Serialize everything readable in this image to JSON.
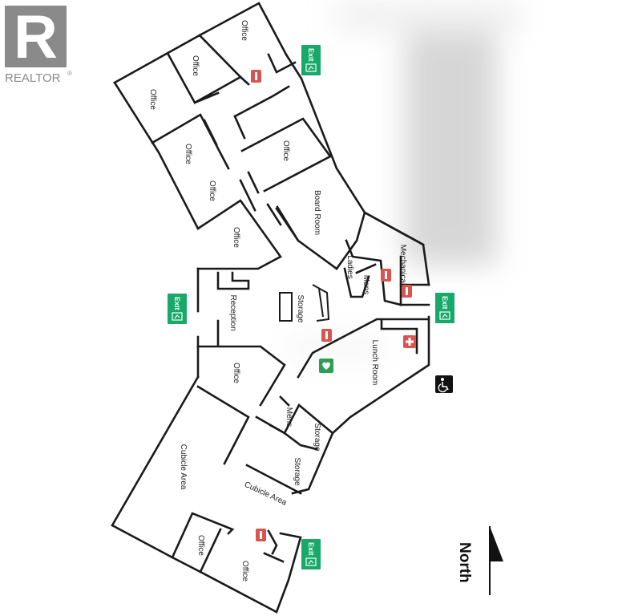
{
  "brand": {
    "name": "REALTOR",
    "reg_mark": "®",
    "logo_letter": "R"
  },
  "colors": {
    "exit_green": "#17a86a",
    "marker_red": "#d9534f",
    "aed_green": "#2f9e55",
    "wall": "#1a1a1a",
    "brand_grey": "#8a8a8a"
  },
  "exit_label": "Exit",
  "compass_label": "North",
  "rooms": {
    "office_top": "Office",
    "office_2": "Office",
    "office_3": "Office",
    "office_4": "Office",
    "office_5": "Office",
    "office_6": "Office",
    "office_7": "Office",
    "office_8": "Office",
    "office_9": "Office",
    "office_10": "Office",
    "board_room": "Board Room",
    "mechanical": "Mechanical",
    "ladies": "Ladies",
    "mens_1": "Mens",
    "mens_2": "Mens",
    "storage_center": "Storage",
    "storage_2": "Storage",
    "storage_3": "Storage",
    "reception": "Reception",
    "lunch_room": "Lunch Room",
    "cubicle_area_1": "Cubicle Area",
    "cubicle_area_2": "Cubicle Area"
  },
  "icons": [
    "fire-extinguisher-icon",
    "first-aid-icon",
    "aed-icon",
    "accessible-icon",
    "exit-sign-icon",
    "north-arrow-icon"
  ]
}
